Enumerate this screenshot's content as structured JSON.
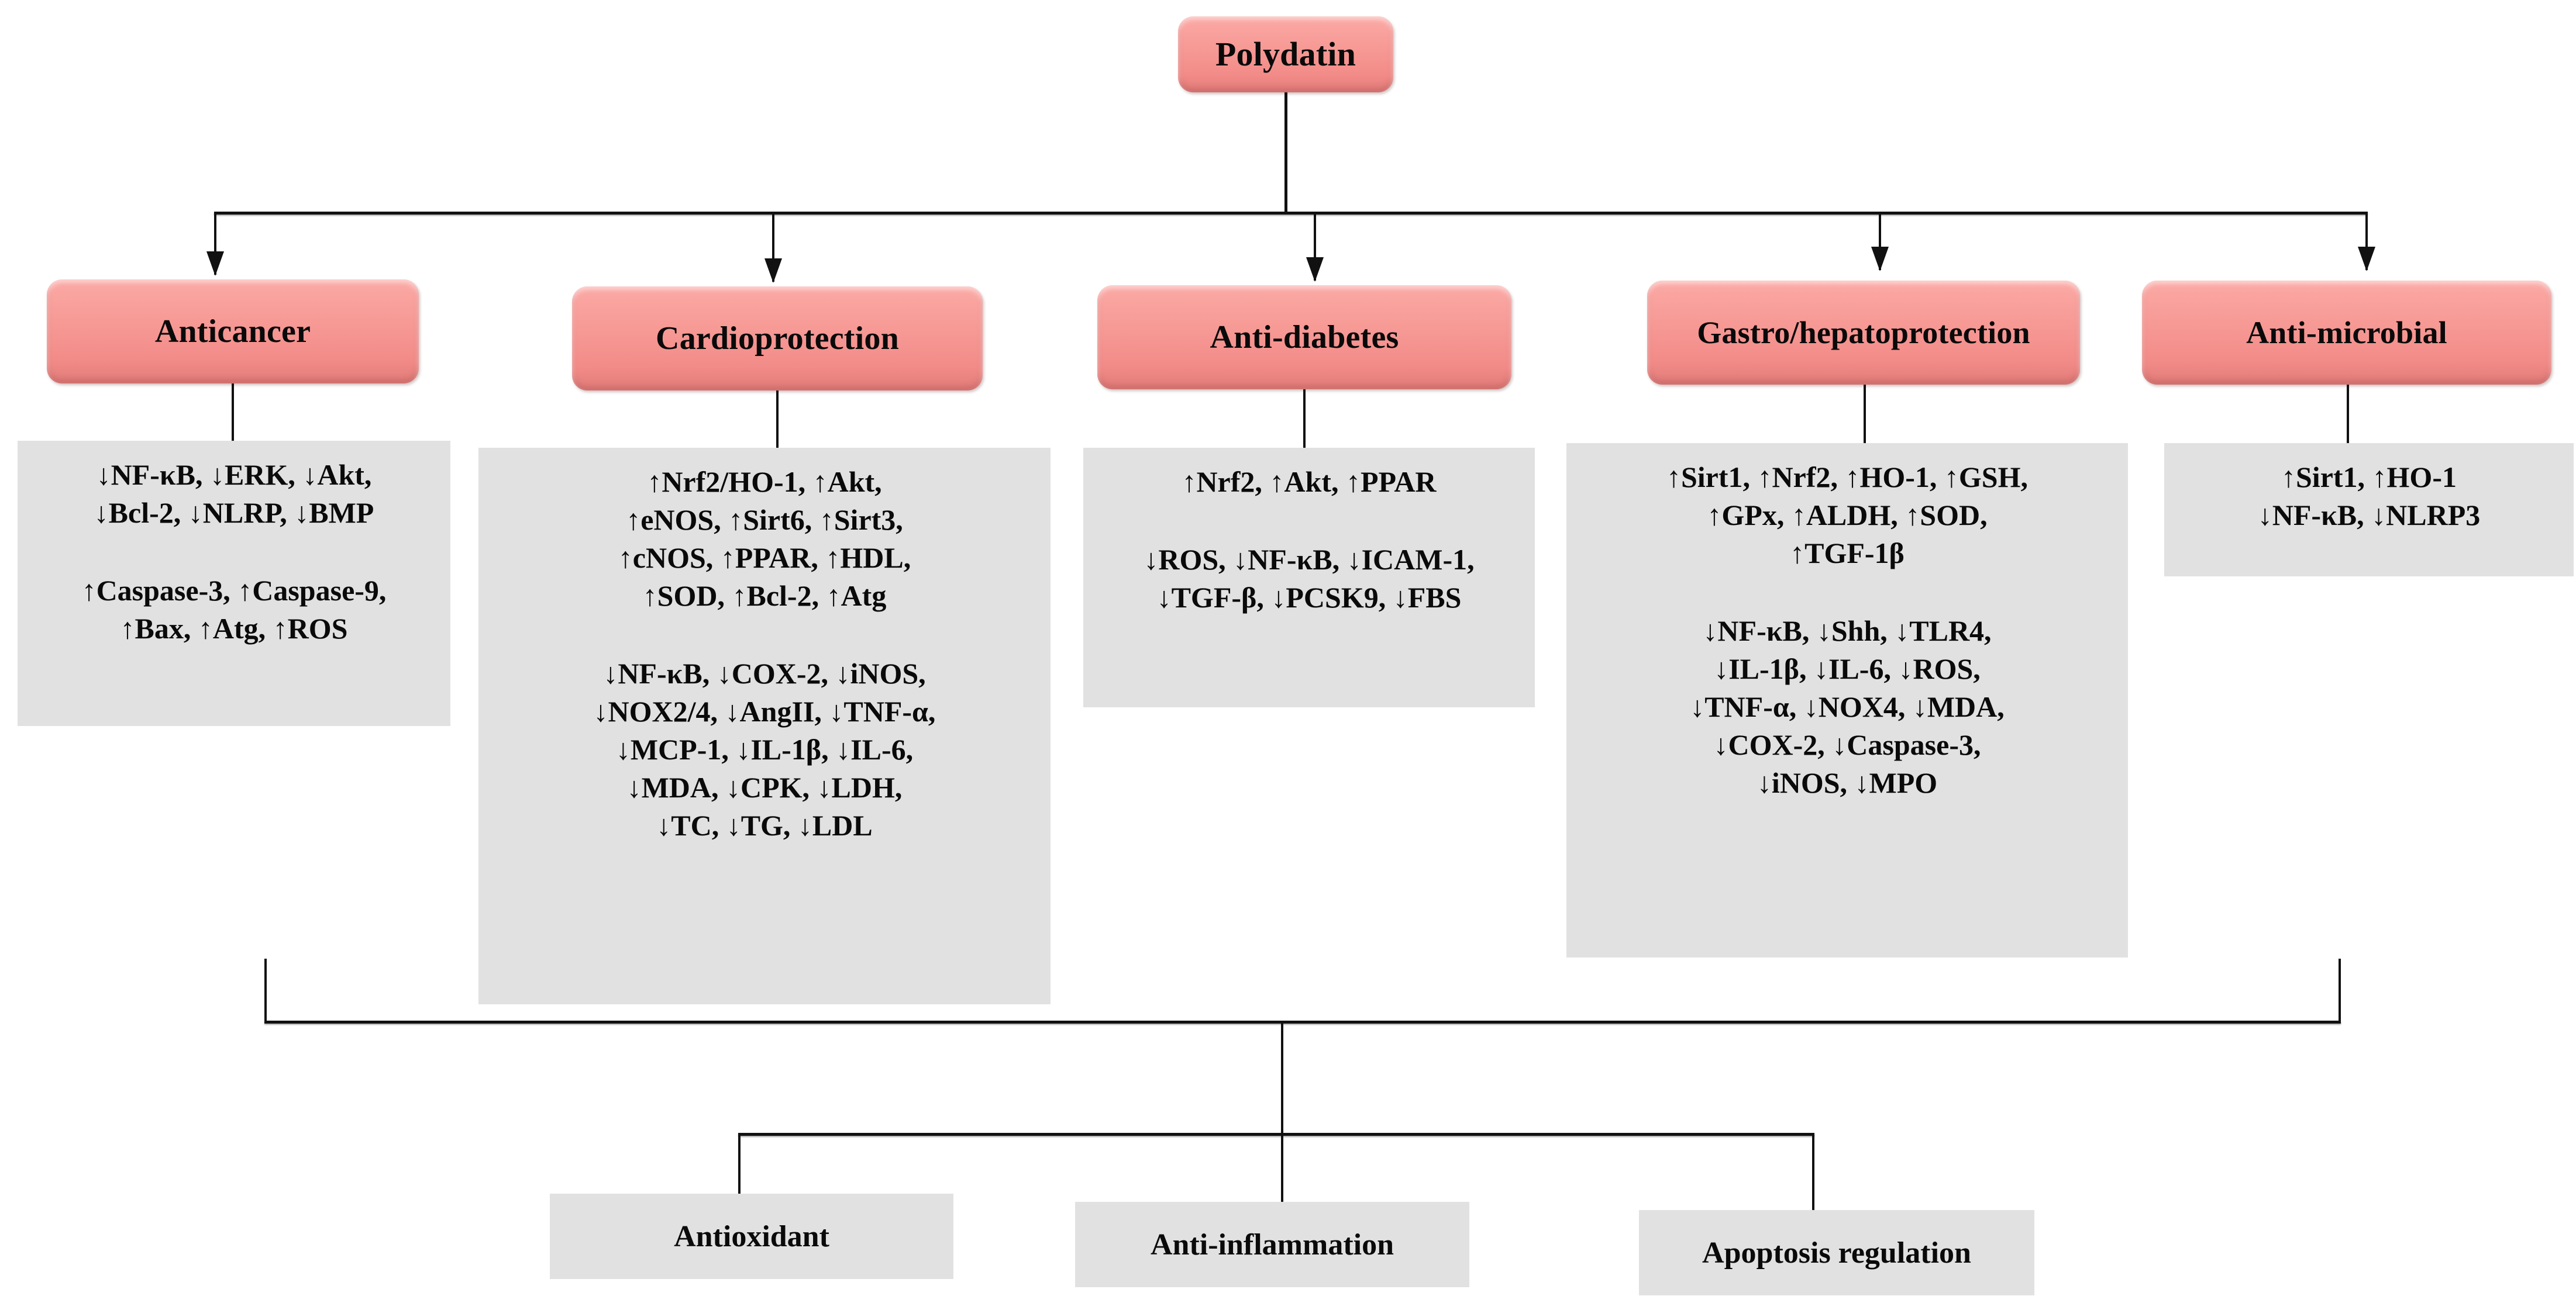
{
  "diagram": {
    "title_node": {
      "label": "Polydatin"
    },
    "branches": [
      {
        "id": "anticancer",
        "label": "Anticancer",
        "groups": [
          {
            "direction": "down",
            "lines": [
              "↓NF-κB, ↓ERK, ↓Akt,",
              "↓Bcl-2, ↓NLRP, ↓BMP"
            ]
          },
          {
            "direction": "up",
            "lines": [
              "↑Caspase-3, ↑Caspase-9,",
              "↑Bax, ↑Atg, ↑ROS"
            ]
          }
        ]
      },
      {
        "id": "cardioprotection",
        "label": "Cardioprotection",
        "groups": [
          {
            "direction": "up",
            "lines": [
              "↑Nrf2/HO-1, ↑Akt,",
              "↑eNOS,  ↑Sirt6, ↑Sirt3,",
              "↑cNOS, ↑PPAR, ↑HDL,",
              "↑SOD, ↑Bcl-2, ↑Atg"
            ]
          },
          {
            "direction": "down",
            "lines": [
              "↓NF-κB, ↓COX-2, ↓iNOS,",
              "↓NOX2/4, ↓AngII, ↓TNF-α,",
              "↓MCP-1, ↓IL-1β, ↓IL-6,",
              "↓MDA, ↓CPK, ↓LDH,",
              "↓TC, ↓TG, ↓LDL"
            ]
          }
        ]
      },
      {
        "id": "anti-diabetes",
        "label": "Anti-diabetes",
        "groups": [
          {
            "direction": "up",
            "lines": [
              "↑Nrf2, ↑Akt, ↑PPAR"
            ]
          },
          {
            "direction": "down",
            "lines": [
              "↓ROS, ↓NF-κB, ↓ICAM-1,",
              "↓TGF-β, ↓PCSK9, ↓FBS"
            ]
          }
        ]
      },
      {
        "id": "gastro-hepatoprotection",
        "label": "Gastro/hepatoprotection",
        "groups": [
          {
            "direction": "up",
            "lines": [
              "↑Sirt1, ↑Nrf2, ↑HO-1, ↑GSH,",
              "↑GPx, ↑ALDH, ↑SOD,",
              "↑TGF-1β"
            ]
          },
          {
            "direction": "down",
            "lines": [
              "↓NF-κB, ↓Shh, ↓TLR4,",
              "↓IL-1β, ↓IL-6, ↓ROS,",
              "↓TNF-α, ↓NOX4, ↓MDA,",
              "↓COX-2, ↓Caspase-3,",
              "↓iNOS, ↓MPO"
            ]
          }
        ]
      },
      {
        "id": "anti-microbial",
        "label": "Anti-microbial",
        "groups": [
          {
            "direction": "mixed",
            "lines": [
              "↑Sirt1, ↑HO-1",
              "↓NF-κB, ↓NLRP3"
            ]
          }
        ]
      }
    ],
    "outcomes": [
      {
        "id": "antioxidant",
        "label": "Antioxidant"
      },
      {
        "id": "anti-inflammation",
        "label": "Anti-inflammation"
      },
      {
        "id": "apoptosis-regulation",
        "label": "Apoptosis regulation"
      }
    ],
    "colors": {
      "node_fill": "#F59090",
      "panel_fill": "#E1E1E1",
      "connector": "#111111",
      "text": "#0a0a0a",
      "background": "#ffffff"
    }
  }
}
